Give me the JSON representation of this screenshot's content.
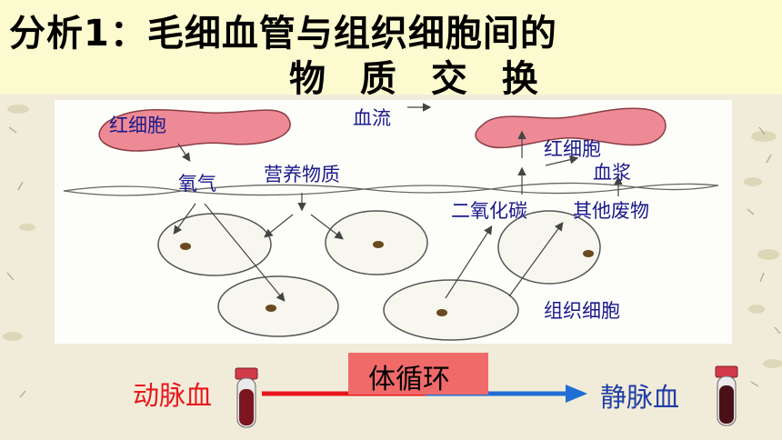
{
  "title": {
    "line1": "分析1：毛细血管与组织细胞间的",
    "line2": "物 质 交 换"
  },
  "labels": {
    "rbc_left": "红细胞",
    "blood_flow": "血流",
    "rbc_right": "红细胞",
    "plasma": "血浆",
    "oxygen": "氧气",
    "nutrients": "营养物质",
    "co2": "二氧化碳",
    "waste": "其他废物",
    "tissue_cells": "组织细胞"
  },
  "bottom": {
    "arterial": "动脉血",
    "badge": "体循环",
    "venous": "静脉血"
  },
  "colors": {
    "title_bg": "#fbfbcf",
    "label_blue": "#1a1a8c",
    "rbc_pink": "#ee8a95",
    "artery_red": "#e8161c",
    "vein_blue": "#1f6ed4",
    "badge_red": "#f06a6a"
  }
}
